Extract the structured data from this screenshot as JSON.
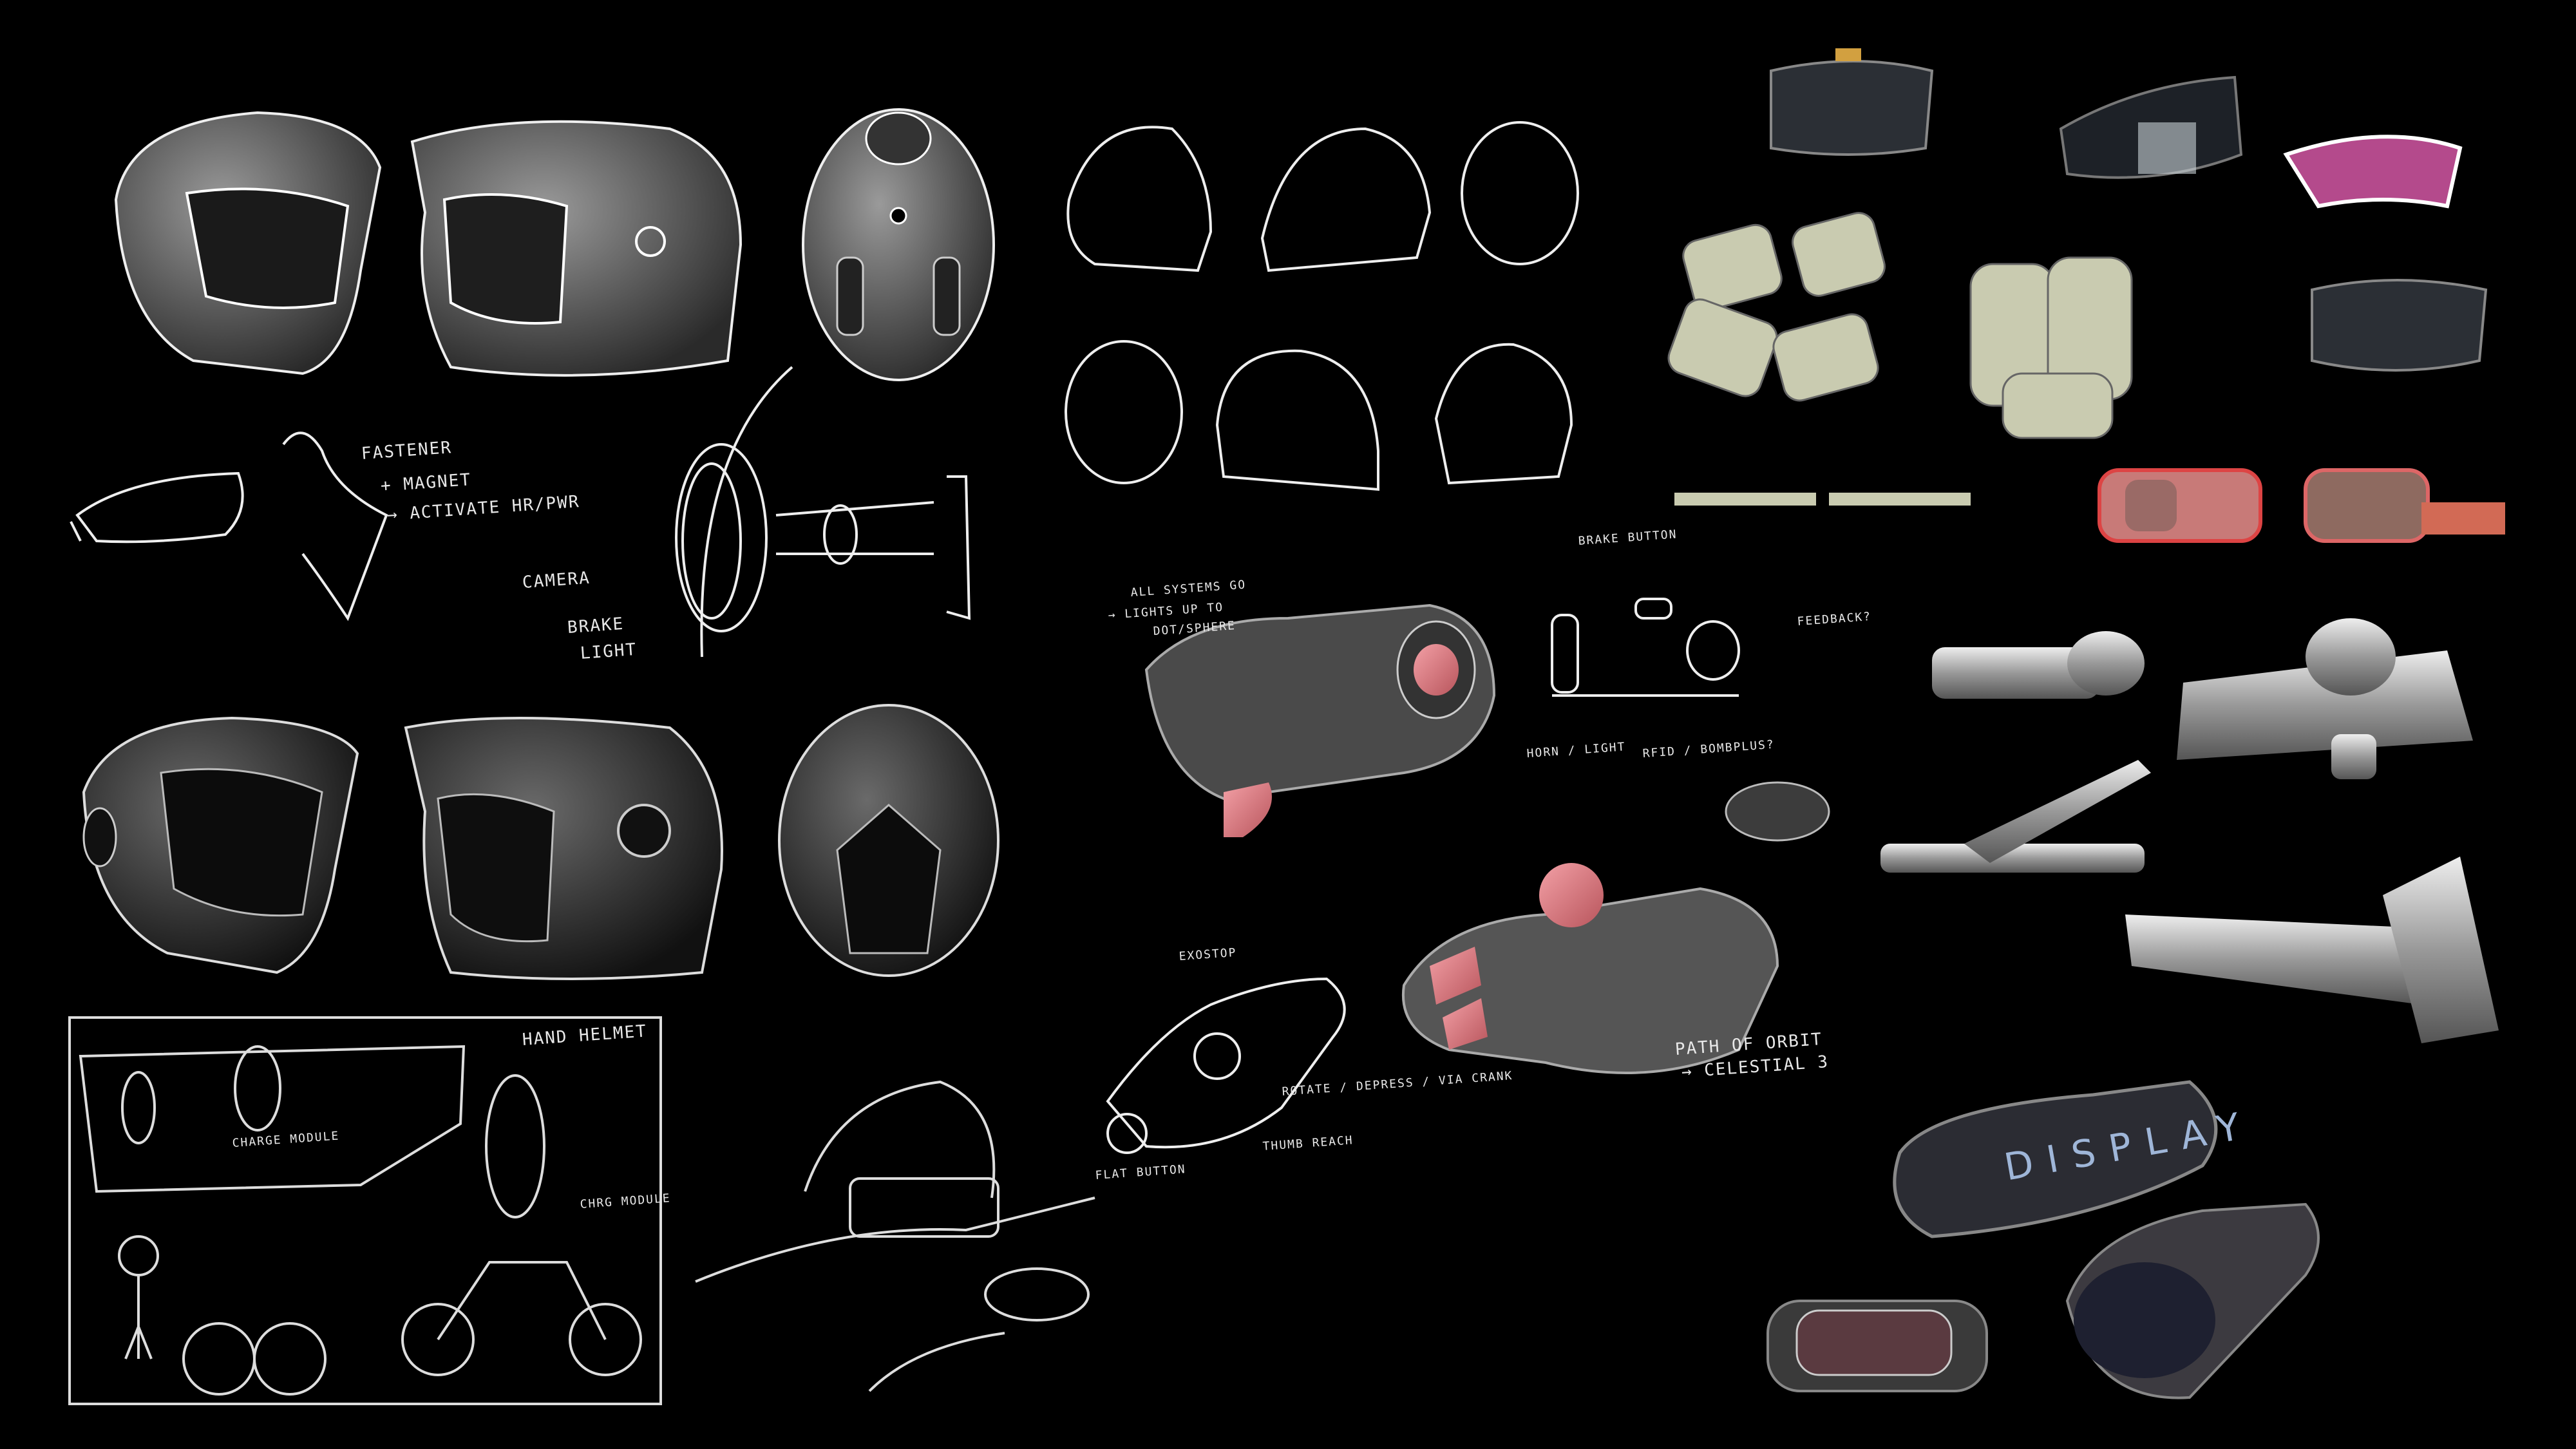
{
  "board": {
    "background": "#000000",
    "accent_pink": "#e07a80",
    "pad_color": "#c9cbb0"
  },
  "notes": {
    "fastener": "FASTENER",
    "magnet": "+ MAGNET",
    "activate": "→ ACTIVATE HR/PWR",
    "camera": "CAMERA",
    "brake": "BRAKE",
    "light": "LIGHT",
    "all_systems": "ALL SYSTEMS GO",
    "lights_up": "→ LIGHTS UP TO",
    "dot_sphere": "DOT/SPHERE",
    "brake_button": "BRAKE BUTTON",
    "feedback": "FEEDBACK?",
    "horn_light": "HORN / LIGHT",
    "rfid": "RFID / BOMBPLUS?",
    "exostop": "EXOSTOP",
    "rotate": "ROTATE / DEPRESS / VIA CRANK",
    "thumb_reach": "THUMB REACH",
    "flat_button": "FLAT BUTTON",
    "path_orbit": "PATH OF ORBIT",
    "celestial": "→ CELESTIAL 3",
    "hand_helmet": "HAND HELMET",
    "charge_module": "CHARGE MODULE",
    "chrg_module": "CHRG MODULE",
    "display": "DISPLAY"
  }
}
